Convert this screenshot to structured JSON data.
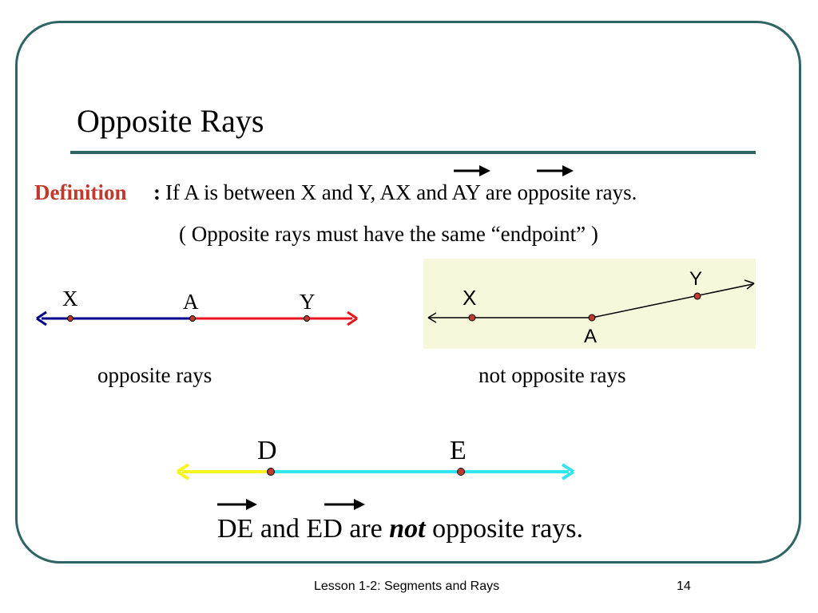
{
  "slide": {
    "title": "Opposite Rays",
    "definition_label": "Definition",
    "definition_colon": ":",
    "definition_text": "If A is between X and Y, AX and AY are opposite rays.",
    "note": "( Opposite rays must have the same “endpoint” )",
    "caption_left": "opposite rays",
    "caption_right": "not opposite rays",
    "bottom_de": "DE",
    "bottom_and": "and",
    "bottom_ed": "ED",
    "bottom_are": "are",
    "bottom_not": "not",
    "bottom_rest": "opposite rays."
  },
  "diagram_left": {
    "point_x": "X",
    "point_a": "A",
    "point_y": "Y"
  },
  "diagram_right": {
    "point_x": "X",
    "point_a": "A",
    "point_y": "Y"
  },
  "diagram_bottom": {
    "point_d": "D",
    "point_e": "E"
  },
  "footer": {
    "lesson": "Lesson 1-2: Segments and Rays",
    "page_number": "14"
  },
  "colors": {
    "frame": "#2e6464",
    "definition": "#c0392b",
    "ray_left": "#00008b",
    "ray_right": "#e8141c",
    "ray_yellow": "#f5f520",
    "ray_cyan": "#33e5ee",
    "panel_bg": "#f7f7dc"
  }
}
